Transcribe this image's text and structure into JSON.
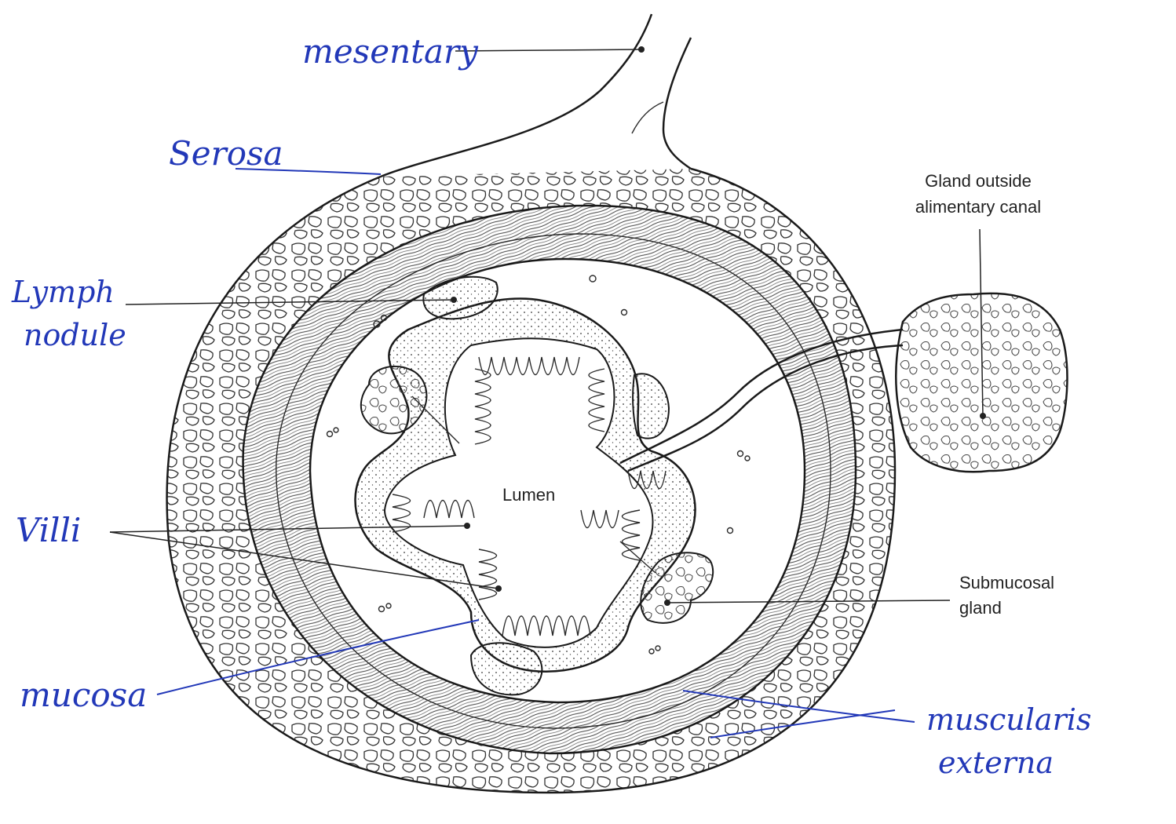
{
  "printed_labels": {
    "gland_outside_line1": "Gland outside",
    "gland_outside_line2": "alimentary canal",
    "submucosal_line1": "Submucosal",
    "submucosal_line2": "gland",
    "lumen": "Lumen"
  },
  "handwritten_labels": {
    "mesentery": "mesentary",
    "serosa": "Serosa",
    "lymph_line1": "Lymph",
    "lymph_line2": "nodule",
    "villi": "Villi",
    "mucosa": "mucosa",
    "muscularis_line1": "muscularis",
    "muscularis_line2": "externa"
  },
  "colors": {
    "ink": "#1a1a1a",
    "handwriting": "#2238b8",
    "background": "#ffffff"
  }
}
